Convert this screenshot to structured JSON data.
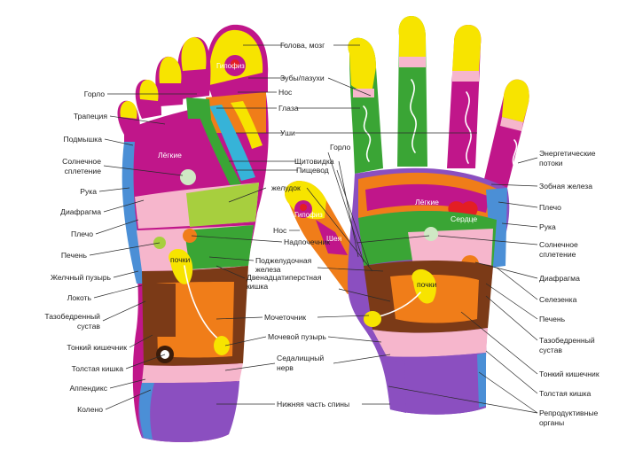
{
  "colors": {
    "magenta": "#c0168a",
    "green": "#3aa535",
    "yellow": "#f7e400",
    "orange": "#f07d19",
    "brown": "#7b3a17",
    "purple": "#8b4fc0",
    "blue": "#4b8fd6",
    "pink": "#f6b6cc",
    "red": "#e31e24",
    "lightgreen": "#a7cf3e",
    "cyan": "#36b3d8"
  },
  "foot_labels": {
    "gorlo": "Горло",
    "trapeciya": "Трапеция",
    "podmyshka": "Подмышка",
    "solnechnoe_1": "Солнечное",
    "solnechnoe_2": "сплетение",
    "ruka": "Рука",
    "diafragma": "Диафрагма",
    "plecho": "Плечо",
    "pechen": "Печень",
    "zhelchny": "Желчный пузырь",
    "lokot": "Локоть",
    "tazobedr_1": "Тазобедренный",
    "tazobedr_2": "сустав",
    "tonkiy": "Тонкий кишечник",
    "tolstaya": "Толстая кишка",
    "appendiks": "Аппендикс",
    "koleno": "Колено"
  },
  "center_labels": {
    "golova": "Голова, мозг",
    "zuby": "Зубы/пазухи",
    "nos_top": "Нос",
    "glaza": "Глаза",
    "ushi": "Уши",
    "shchitovidka": "Щитовидка",
    "pishchevod": "Пищевод",
    "gorlo_hand": "Горло",
    "zheludok": "желудок",
    "nos_thumb": "Нос",
    "nadpochechnik": "Надпочечник",
    "podzhel_1": "Поджелудочная",
    "podzhel_2": "железа",
    "dvenad_1": "Двенадцатиперстная",
    "dvenad_2": "кишка",
    "mochetochnik": "Мочеточник",
    "mochevoy": "Мочевой пузырь",
    "sedal_1": "Седалищный",
    "sedal_2": "нерв",
    "nizhnyaya": "Нижняя часть спины"
  },
  "hand_labels": {
    "energ_1": "Энергетические",
    "energ_2": "потоки",
    "zobnaya": "Зобная железа",
    "plecho": "Плечо",
    "ruka": "Рука",
    "solnechnoe_1": "Солнечное",
    "solnechnoe_2": "сплетение",
    "diafragma": "Диафрагма",
    "selezenka": "Селезенка",
    "pechen": "Печень",
    "tazobedr_1": "Тазобедренный",
    "tazobedr_2": "сустав",
    "tonkiy": "Тонкий кишечник",
    "tolstaya": "Толстая кишка",
    "reprod_1": "Репродуктивные",
    "reprod_2": "органы"
  },
  "inner_labels": {
    "gipofiz_foot": "Гипофиз",
    "legkie_foot": "Лёгкие",
    "pochki_foot": "почки",
    "gipofiz_thumb": "Гипофиз",
    "sheya": "Шея",
    "legkie_hand": "Лёгкие",
    "serdce": "Сердце",
    "pochki_hand": "почки"
  }
}
